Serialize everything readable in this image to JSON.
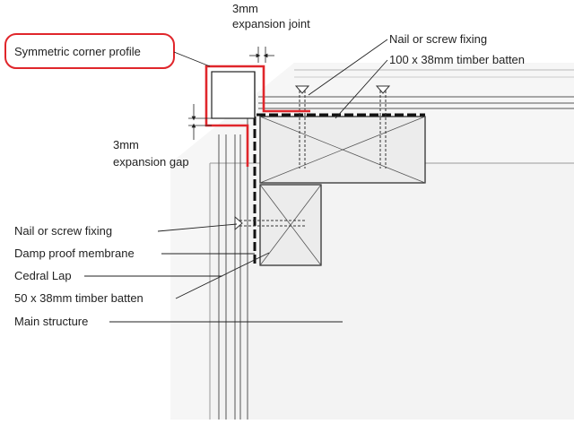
{
  "labels": {
    "expansion_joint": [
      "3mm",
      "expansion joint"
    ],
    "corner_profile": "Symmetric corner profile",
    "fixing_top": "Nail or screw fixing",
    "batten_top": "100 x 38mm timber batten",
    "expansion_gap": [
      "3mm",
      "expansion gap"
    ],
    "fixing_left": "Nail or screw fixing",
    "membrane": "Damp proof membrane",
    "cladding": "Cedral Lap",
    "batten_left": "50 x 38mm timber batten",
    "structure": "Main structure"
  },
  "colors": {
    "profile": "#e0262b",
    "line": "#222222",
    "structure_fill": "#eeeeee",
    "batten_fill": "#ededed"
  }
}
